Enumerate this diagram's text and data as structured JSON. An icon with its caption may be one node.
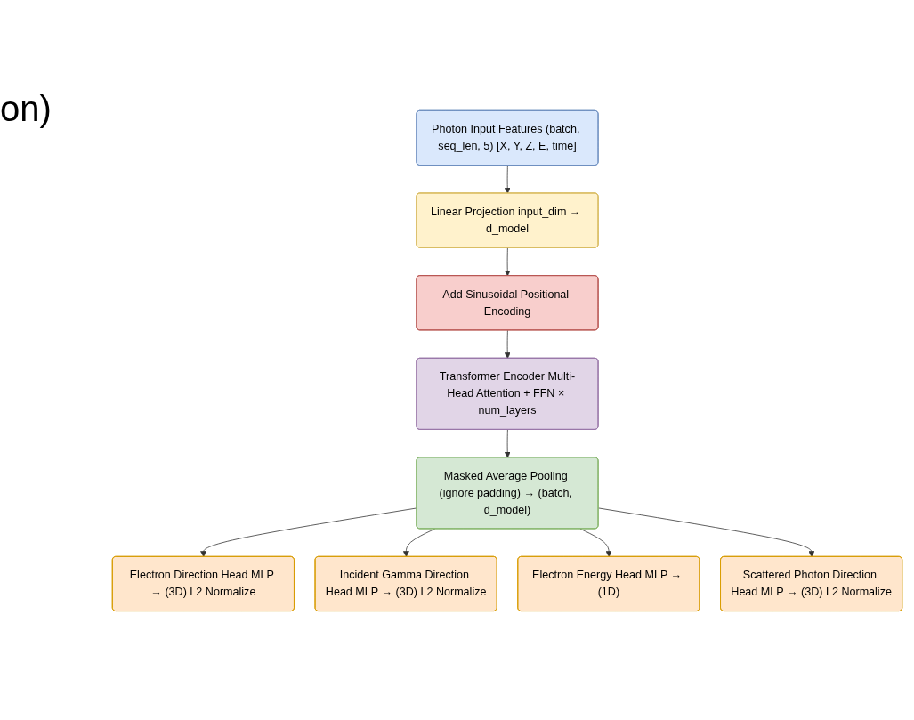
{
  "diagram": {
    "nodes": [
      {
        "text": [
          "Photon Input Features (batch, seq_len, 5) [X, Y, Z, E, time]"
        ]
      },
      {
        "text": [
          "Linear Projection input_dim → d_model"
        ]
      },
      {
        "text": [
          "Add Sinusoidal Positional Encoding"
        ]
      },
      {
        "text": [
          "Transformer Encoder Multi-Head Attention + FFN × num_layers"
        ]
      },
      {
        "text": [
          "Electron Direction Head MLP → (3D) L2 Normalize"
        ]
      },
      {
        "text": [
          "Masked Average Pooling (ignore padding) → (batch, d_model)"
        ]
      },
      {
        "text": [
          "Incident Gamma Direction Head MLP → (3D) L2 Normalize"
        ]
      },
      {
        "text": [
          "Electron Energy Head MLP → (1D)"
        ]
      },
      {
        "text": [
          "Scattered Photon Direction Head MLP → (3D) L2 Normalize"
        ]
      }
    ],
    "edges": [
      {
        "from": 0,
        "to": 1,
        "arrow": "to"
      },
      {
        "from": 1,
        "to": 2,
        "arrow": "to"
      },
      {
        "from": 2,
        "to": 3,
        "arrow": "to"
      },
      {
        "from": 3,
        "to": 5,
        "arrow": "to"
      },
      {
        "from": 5,
        "to": 4,
        "arrow": "to"
      },
      {
        "from": 5,
        "to": 6,
        "arrow": "to"
      },
      {
        "from": 5,
        "to": 7,
        "arrow": "to"
      },
      {
        "from": 5,
        "to": 8,
        "arrow": "to"
      }
    ],
    "labels": [
      "on)"
    ]
  }
}
